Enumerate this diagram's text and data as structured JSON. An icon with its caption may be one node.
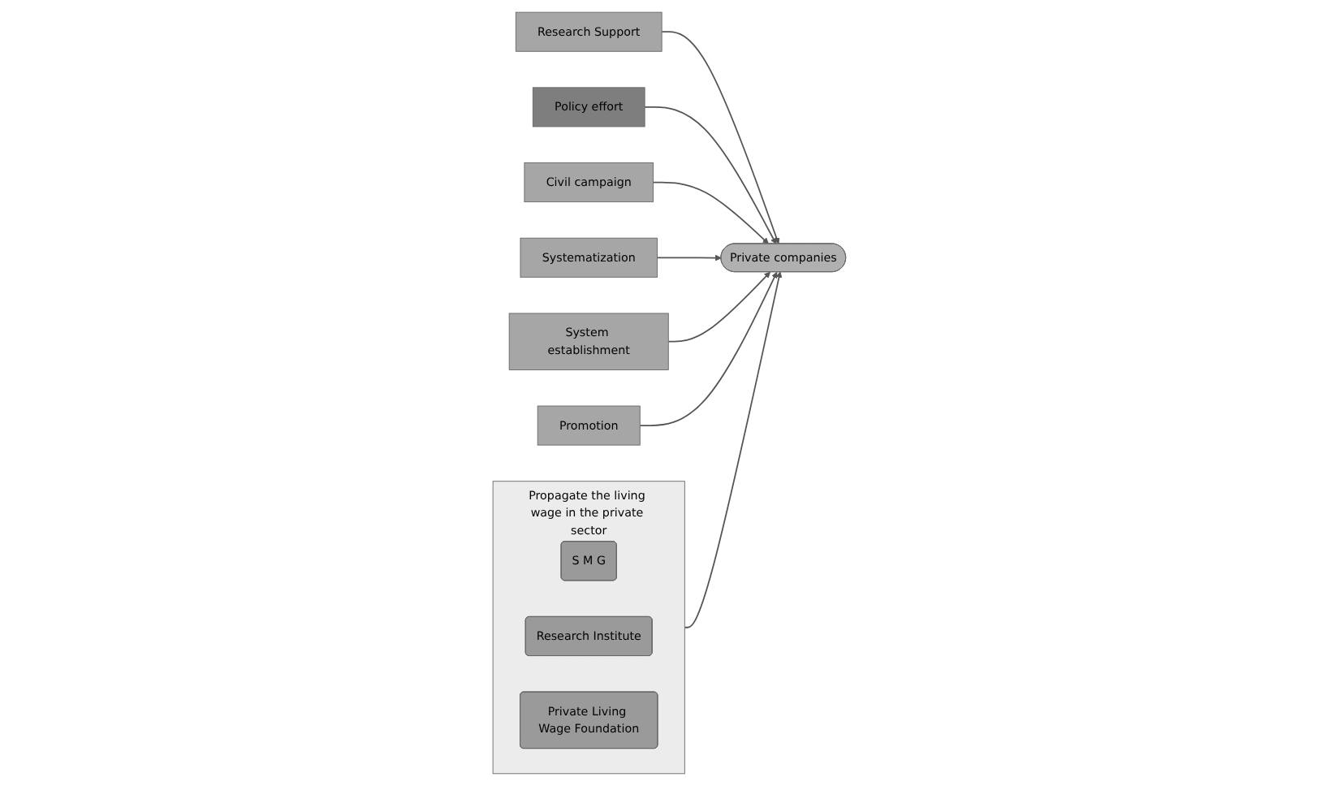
{
  "diagram": {
    "nodes": [
      {
        "text": [
          "Propagate the living wage in the private sector"
        ]
      },
      {
        "text": [
          "S M G"
        ],
        "in": 0
      },
      {
        "text": [
          "Research Institute"
        ],
        "in": 0
      },
      {
        "text": [
          "Private Living Wage Foundation"
        ],
        "in": 0
      },
      {
        "text": [
          "Private companies"
        ]
      },
      {
        "text": [
          "Research Support"
        ]
      },
      {
        "text": [
          "Policy effort"
        ]
      },
      {
        "text": [
          "Civil campaign"
        ]
      },
      {
        "text": [
          "Systematization"
        ]
      },
      {
        "text": [
          "System establishment"
        ]
      },
      {
        "text": [
          "Promotion"
        ]
      }
    ],
    "edges": [
      {
        "from": 0,
        "to": 4,
        "arrow": "to"
      },
      {
        "from": 5,
        "to": 4,
        "arrow": "to"
      },
      {
        "from": 6,
        "to": 4,
        "arrow": "to"
      },
      {
        "from": 7,
        "to": 4,
        "arrow": "to"
      },
      {
        "from": 8,
        "to": 4,
        "arrow": "to"
      },
      {
        "from": 9,
        "to": 4,
        "arrow": "to"
      },
      {
        "from": 10,
        "to": 4,
        "arrow": "to"
      }
    ]
  }
}
